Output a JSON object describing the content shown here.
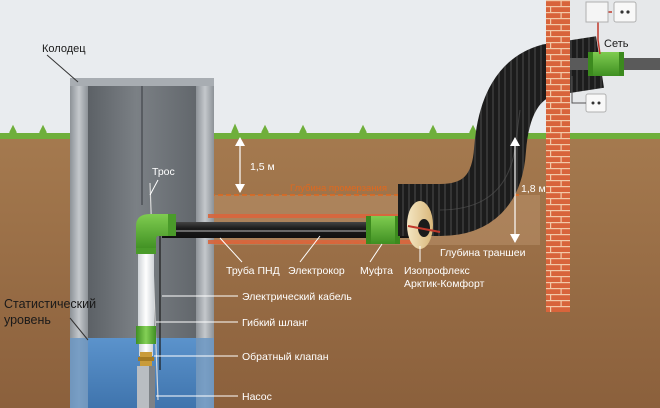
{
  "labels": {
    "well": "Колодец",
    "rope": "Трос",
    "depth_15": "1,5 м",
    "freezing_depth": "Глубина промерзания",
    "depth_18": "1,8 м",
    "network": "Сеть",
    "trench_depth": "Глубина траншеи",
    "pnd_pipe": "Труба ПНД",
    "electrocore": "Электрокор",
    "coupling": "Муфта",
    "izoproflex": "Изопрофлекс",
    "arctic_comfort": "Арктик-Комфорт",
    "electric_cable": "Электрический кабель",
    "flexible_hose": "Гибкий шланг",
    "check_valve": "Обратный клапан",
    "pump": "Насос",
    "static_level_1": "Статистический",
    "static_level_2": "уровень"
  },
  "colors": {
    "sky": "#e9ecef",
    "soil_top": "#a4784d",
    "soil_bottom": "#8a5f3b",
    "grass": "#73b83f",
    "pipe_black": "#1f1f1f",
    "coupling_green": "#5fb234",
    "freezing_line": "#e0681e",
    "water": "#4f86c1",
    "brick": "#d9653c"
  }
}
